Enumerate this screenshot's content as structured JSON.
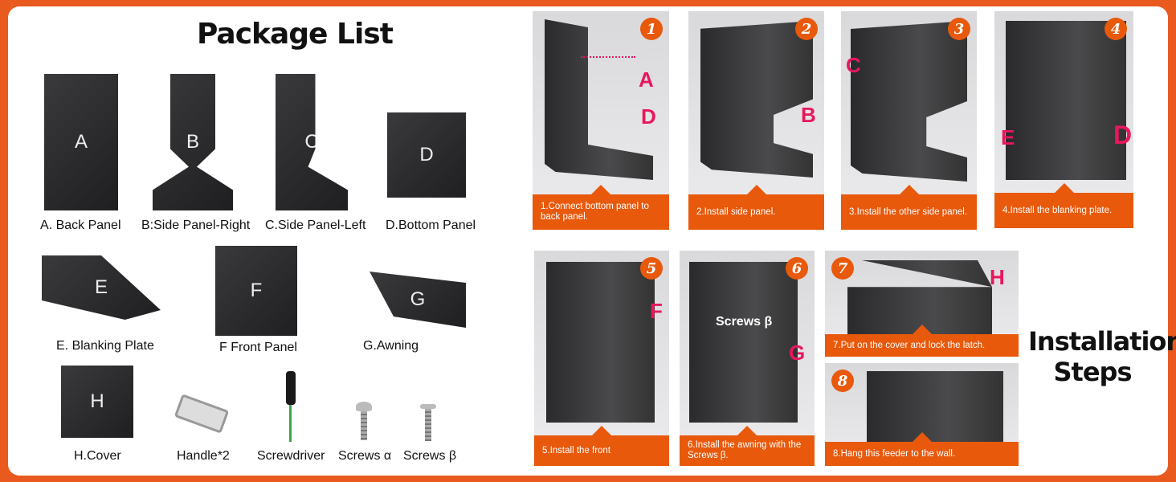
{
  "package": {
    "title": "Package List",
    "items": [
      {
        "letter": "A",
        "label": "A. Back Panel"
      },
      {
        "letter": "B",
        "label": "B:Side Panel-Right"
      },
      {
        "letter": "C",
        "label": "C.Side Panel-Left"
      },
      {
        "letter": "D",
        "label": "D.Bottom Panel"
      },
      {
        "letter": "E",
        "label": "E. Blanking Plate"
      },
      {
        "letter": "F",
        "label": "F Front Panel"
      },
      {
        "letter": "G",
        "label": "G.Awning"
      },
      {
        "letter": "H",
        "label": "H.Cover"
      },
      {
        "label": "Handle*2"
      },
      {
        "label": "Screwdriver"
      },
      {
        "label": "Screws α"
      },
      {
        "label": "Screws β"
      }
    ]
  },
  "steps": [
    {
      "num": "1",
      "caption": "1.Connect bottom panel to back panel.",
      "tags": [
        "A",
        "D"
      ]
    },
    {
      "num": "2",
      "caption": "2.Install side panel.",
      "tags": [
        "B"
      ]
    },
    {
      "num": "3",
      "caption": "3.Install the other side panel.",
      "tags": [
        "C"
      ]
    },
    {
      "num": "4",
      "caption": "4.Install the blanking plate.",
      "tags": [
        "E",
        "D"
      ]
    },
    {
      "num": "5",
      "caption": "5.Install the front",
      "tags": [
        "F"
      ]
    },
    {
      "num": "6",
      "caption": "6.Install the awning with the Screws β.",
      "tags": [
        "G"
      ],
      "note": "Screws β"
    },
    {
      "num": "7",
      "caption": "7.Put on the cover and lock the latch.",
      "tags": [
        "H"
      ]
    },
    {
      "num": "8",
      "caption": "8.Hang this feeder to the wall.",
      "tags": []
    }
  ],
  "installation": {
    "line1": "Installation",
    "line2": "Steps"
  },
  "colors": {
    "accent": "#e8590c",
    "tag": "#e8175d"
  }
}
